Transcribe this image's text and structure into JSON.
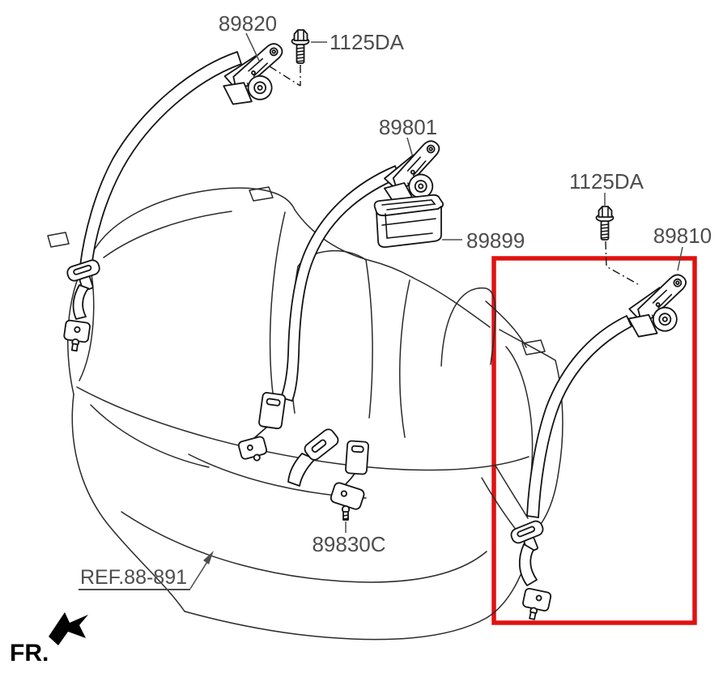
{
  "diagram": {
    "background_color": "#ffffff",
    "seat_line_color": "#2a2a2a",
    "part_line_color": "#141414",
    "label_color": "#4d4d4d",
    "highlight_color": "#e01210",
    "fr_color": "#000000",
    "labels": {
      "part_89820": "89820",
      "bolt_top": "1125DA",
      "part_89801": "89801",
      "part_89899": "89899",
      "bolt_right": "1125DA",
      "part_89810": "89810",
      "part_89830c": "89830C",
      "ref": "REF.88-891",
      "fr": "FR."
    }
  }
}
